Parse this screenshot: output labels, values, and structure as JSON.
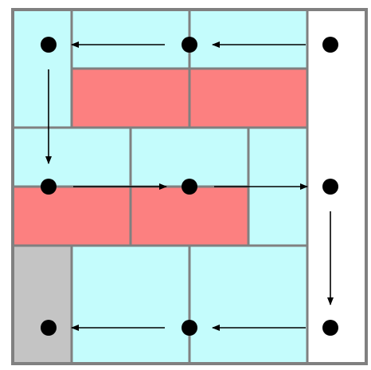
{
  "colors": {
    "path_cell": "#c4fcfc",
    "blocked_cell": "#fc8080",
    "start_cell": "#c4c4c4",
    "grid_line": "#808080",
    "dot": "#000000",
    "arrow": "#000000"
  },
  "grid": {
    "rows": 3,
    "cols": 3
  },
  "cells": [
    {
      "id": "r1c1-tall",
      "kind": "path",
      "col": 0,
      "row": 0,
      "colspan": 0.5,
      "rowspan": 1
    },
    {
      "id": "r1c2-top",
      "kind": "path",
      "col": 0.5,
      "row": 0,
      "colspan": 1,
      "rowspan": 0.5
    },
    {
      "id": "r1c3-top",
      "kind": "path",
      "col": 1.5,
      "row": 0,
      "colspan": 1,
      "rowspan": 0.5
    },
    {
      "id": "r1c2-bottom",
      "kind": "blocked",
      "col": 0.5,
      "row": 0.5,
      "colspan": 1,
      "rowspan": 0.5
    },
    {
      "id": "r1c3-bottom",
      "kind": "blocked",
      "col": 1.5,
      "row": 0.5,
      "colspan": 1,
      "rowspan": 0.5
    },
    {
      "id": "r2c1-top",
      "kind": "path",
      "col": 0,
      "row": 1,
      "colspan": 1,
      "rowspan": 0.5
    },
    {
      "id": "r2c2-top",
      "kind": "path",
      "col": 1,
      "row": 1,
      "colspan": 1,
      "rowspan": 0.5
    },
    {
      "id": "r2c3-tall",
      "kind": "path",
      "col": 2,
      "row": 1,
      "colspan": 0.5,
      "rowspan": 1
    },
    {
      "id": "r2c1-bottom",
      "kind": "blocked",
      "col": 0,
      "row": 1.5,
      "colspan": 1,
      "rowspan": 0.5
    },
    {
      "id": "r2c2-bottom",
      "kind": "blocked",
      "col": 1,
      "row": 1.5,
      "colspan": 1,
      "rowspan": 0.5
    },
    {
      "id": "r3c1",
      "kind": "start",
      "col": 0,
      "row": 2,
      "colspan": 0.5,
      "rowspan": 1
    },
    {
      "id": "r3c2",
      "kind": "path",
      "col": 0.5,
      "row": 2,
      "colspan": 1,
      "rowspan": 1
    },
    {
      "id": "r3c3",
      "kind": "path",
      "col": 1.5,
      "row": 2,
      "colspan": 1,
      "rowspan": 1
    }
  ],
  "dots": [
    {
      "id": "d-r1-c1",
      "row": 0,
      "col": 0
    },
    {
      "id": "d-r1-c2",
      "row": 0,
      "col": 1
    },
    {
      "id": "d-r1-c3",
      "row": 0,
      "col": 2
    },
    {
      "id": "d-r2-c1",
      "row": 1,
      "col": 0
    },
    {
      "id": "d-r2-c2",
      "row": 1,
      "col": 1
    },
    {
      "id": "d-r2-c3",
      "row": 1,
      "col": 2
    },
    {
      "id": "d-r3-c1",
      "row": 2,
      "col": 0
    },
    {
      "id": "d-r3-c2",
      "row": 2,
      "col": 1
    },
    {
      "id": "d-r3-c3",
      "row": 2,
      "col": 2
    }
  ],
  "arrows": [
    {
      "id": "a1",
      "from": [
        0,
        2
      ],
      "to": [
        0,
        1
      ]
    },
    {
      "id": "a2",
      "from": [
        0,
        1
      ],
      "to": [
        0,
        0
      ]
    },
    {
      "id": "a3",
      "from": [
        0,
        0
      ],
      "to": [
        1,
        0
      ]
    },
    {
      "id": "a4",
      "from": [
        1,
        0
      ],
      "to": [
        1,
        1
      ]
    },
    {
      "id": "a5",
      "from": [
        1,
        1
      ],
      "to": [
        1,
        2
      ]
    },
    {
      "id": "a6",
      "from": [
        1,
        2
      ],
      "to": [
        2,
        2
      ]
    },
    {
      "id": "a7",
      "from": [
        2,
        2
      ],
      "to": [
        2,
        1
      ]
    },
    {
      "id": "a8",
      "from": [
        2,
        1
      ],
      "to": [
        2,
        0
      ]
    }
  ]
}
